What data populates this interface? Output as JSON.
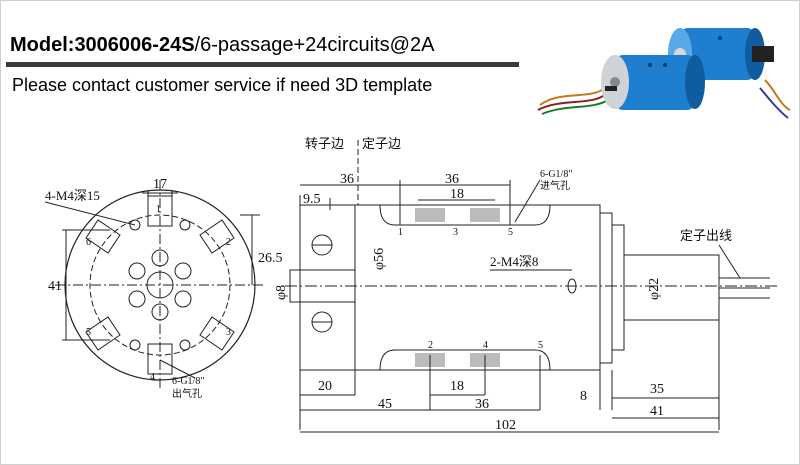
{
  "header": {
    "model_prefix": "Model:",
    "model_code": "3006006-24S",
    "model_spec": "/6-passage+24circuits@2A",
    "note": "Please contact customer service if need 3D template"
  },
  "photo": {
    "icon": "slip-ring-photo-icon",
    "body_color": "#1e7fd0"
  },
  "front_view": {
    "hole_label": "4-M4深15",
    "dim_top": "17",
    "dim_left": "41",
    "dim_right": "26.5",
    "port_numbers": [
      "1",
      "2",
      "3",
      "4",
      "5",
      "6"
    ],
    "port_label": "6-G1/8\"",
    "port_note": "出气孔"
  },
  "side_view": {
    "rotor_label": "转子边",
    "stator_label": "定子边",
    "port_label_top": "6-G1/8\"",
    "port_note_top": "进气孔",
    "stator_wire_label": "定子出线",
    "top_dims": [
      "9.5",
      "36",
      "18",
      "36"
    ],
    "top_ports": [
      "1",
      "3",
      "5"
    ],
    "bottom_ports": [
      "2",
      "4",
      "5"
    ],
    "dia_body": "φ56",
    "dia_shaft": "φ8",
    "dia_stator": "φ22",
    "screw_label": "2-M4深8",
    "bottom_dims": {
      "d20": "20",
      "d18": "18",
      "d8": "8",
      "d35": "35",
      "d45": "45",
      "d36": "36",
      "d41": "41",
      "d102": "102"
    }
  }
}
